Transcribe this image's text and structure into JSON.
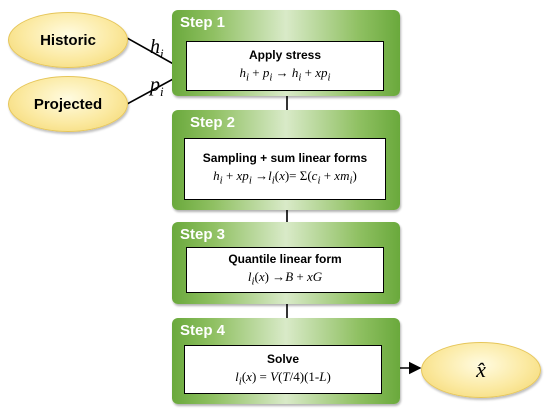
{
  "inputs": {
    "historic": "Historic",
    "projected": "Projected",
    "h_var": "h",
    "h_sub": "i",
    "p_var": "p",
    "p_sub": "i"
  },
  "steps": [
    {
      "label": "Step 1",
      "title": "Apply stress"
    },
    {
      "label": "Step 2",
      "title": "Sampling + sum linear forms"
    },
    {
      "label": "Step 3",
      "title": "Quantile linear form"
    },
    {
      "label": "Step 4",
      "title": "Solve"
    }
  ],
  "output": {
    "symbol": "x̂"
  },
  "colors": {
    "step_green": "#6aa93c",
    "ellipse_yellow": "#fbe9a0"
  }
}
